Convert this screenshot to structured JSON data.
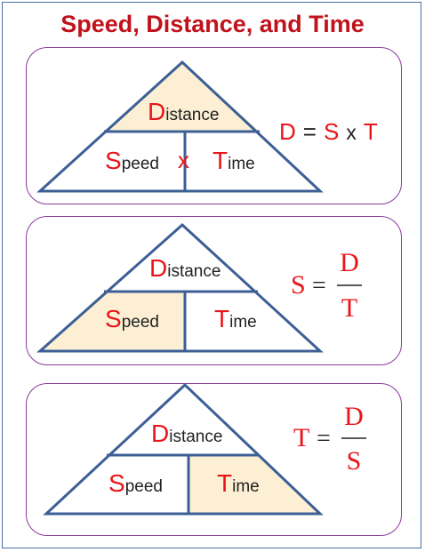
{
  "title": "Speed, Distance, and Time",
  "colors": {
    "title": "#c0131c",
    "accent": "#e8161b",
    "highlight": "#fcefd3",
    "line": "#3c5f96",
    "panel_border": "#8a3a9e"
  },
  "panels": [
    {
      "distance": {
        "initial": "D",
        "rest": "istance"
      },
      "speed": {
        "initial": "S",
        "rest": "peed"
      },
      "operator": "x",
      "time": {
        "initial": "T",
        "rest": "ime"
      },
      "formula": {
        "lhs": "D",
        "eq": "=",
        "a": "S",
        "op": "x",
        "b": "T"
      }
    },
    {
      "distance": {
        "initial": "D",
        "rest": "istance"
      },
      "speed": {
        "initial": "S",
        "rest": "peed"
      },
      "time": {
        "initial": "T",
        "rest": "ime"
      },
      "formula": {
        "lhs": "S",
        "eq": "=",
        "num": "D",
        "den": "T"
      }
    },
    {
      "distance": {
        "initial": "D",
        "rest": "istance"
      },
      "speed": {
        "initial": "S",
        "rest": "peed"
      },
      "time": {
        "initial": "T",
        "rest": "ime"
      },
      "formula": {
        "lhs": "T",
        "eq": "=",
        "num": "D",
        "den": "S"
      }
    }
  ]
}
